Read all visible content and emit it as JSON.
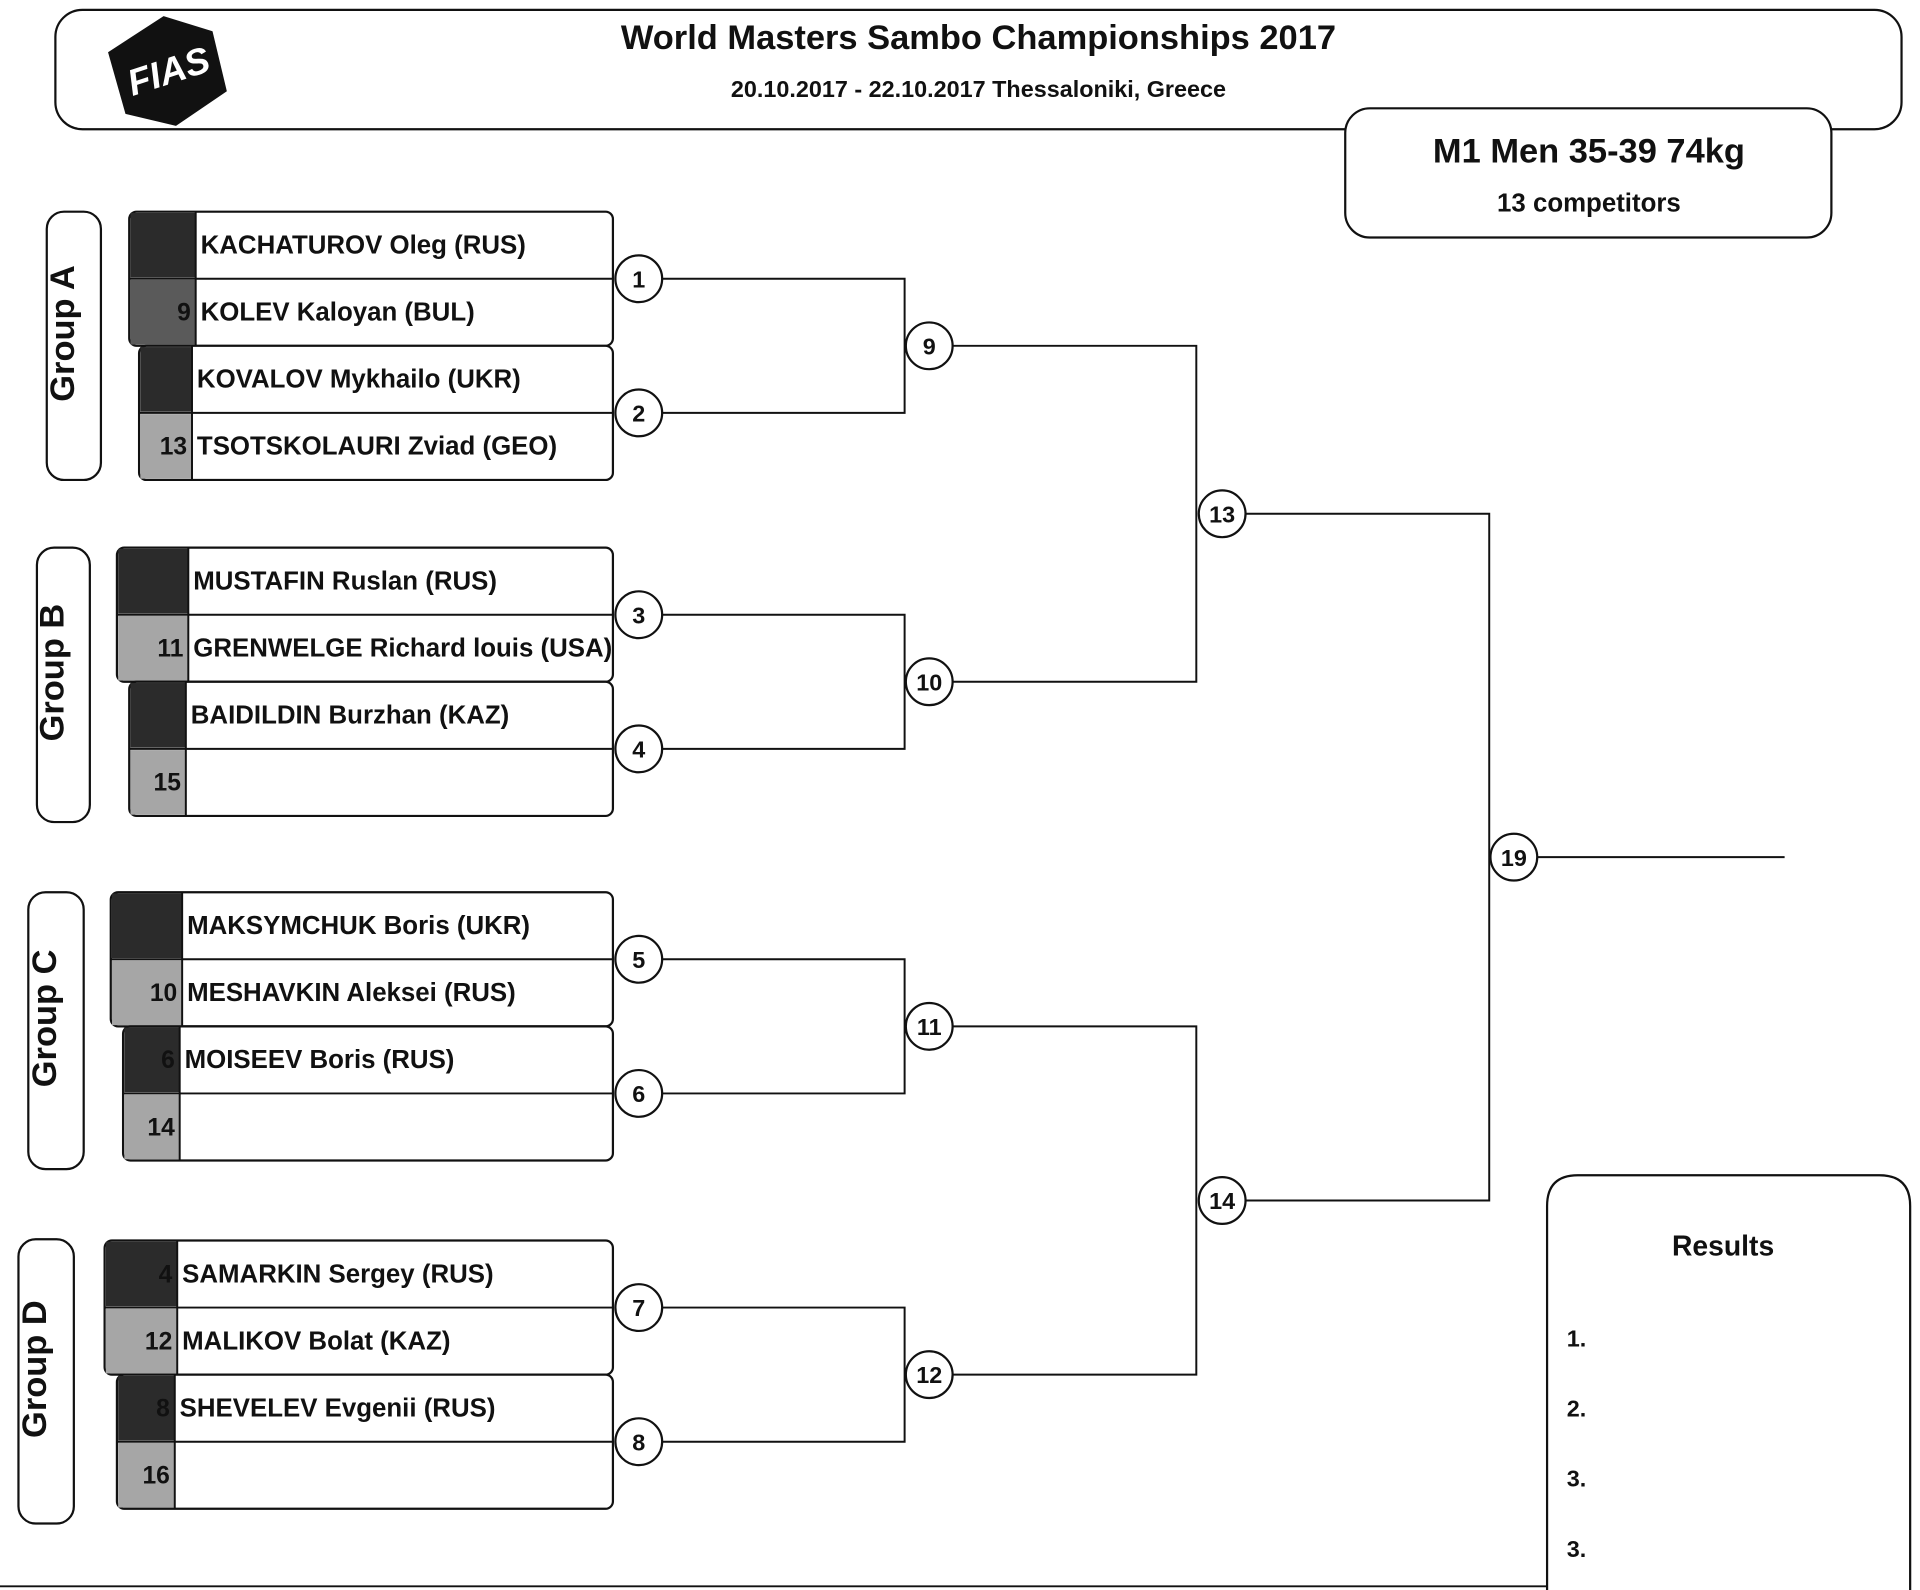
{
  "header": {
    "title": "World Masters Sambo Championships 2017",
    "subtitle": "20.10.2017 - 22.10.2017 Thessaloniki, Greece",
    "logo_text": "FIAS"
  },
  "category": {
    "title": "M1 Men 35-39 74kg",
    "competitors": "13 competitors"
  },
  "groups": [
    {
      "label": "Group A",
      "competitors": [
        {
          "seed": "",
          "name": "KACHATUROV Oleg (RUS)"
        },
        {
          "seed": "9",
          "name": "KOLEV Kaloyan (BUL)"
        },
        {
          "seed": "",
          "name": "KOVALOV Mykhailo (UKR)"
        },
        {
          "seed": "13",
          "name": "TSOTSKOLAURI Zviad (GEO)"
        }
      ]
    },
    {
      "label": "Group B",
      "competitors": [
        {
          "seed": "",
          "name": "MUSTAFIN Ruslan (RUS)"
        },
        {
          "seed": "11",
          "name": "GRENWELGE Richard louis (USA)"
        },
        {
          "seed": "",
          "name": "BAIDILDIN Burzhan (KAZ)"
        },
        {
          "seed": "15",
          "name": ""
        }
      ]
    },
    {
      "label": "Group C",
      "competitors": [
        {
          "seed": "",
          "name": "MAKSYMCHUK Boris (UKR)"
        },
        {
          "seed": "10",
          "name": "MESHAVKIN Aleksei (RUS)"
        },
        {
          "seed": "6",
          "name": "MOISEEV Boris (RUS)"
        },
        {
          "seed": "14",
          "name": ""
        }
      ]
    },
    {
      "label": "Group D",
      "competitors": [
        {
          "seed": "4",
          "name": "SAMARKIN Sergey (RUS)"
        },
        {
          "seed": "12",
          "name": "MALIKOV Bolat (KAZ)"
        },
        {
          "seed": "8",
          "name": "SHEVELEV Evgenii (RUS)"
        },
        {
          "seed": "16",
          "name": ""
        }
      ]
    }
  ],
  "matches": {
    "round1": [
      "1",
      "2",
      "3",
      "4",
      "5",
      "6",
      "7",
      "8"
    ],
    "round2": [
      "9",
      "10",
      "11",
      "12"
    ],
    "semis": [
      "13",
      "14"
    ],
    "final": "19"
  },
  "results": {
    "title": "Results",
    "places": [
      "1.",
      "2.",
      "3.",
      "3."
    ]
  }
}
